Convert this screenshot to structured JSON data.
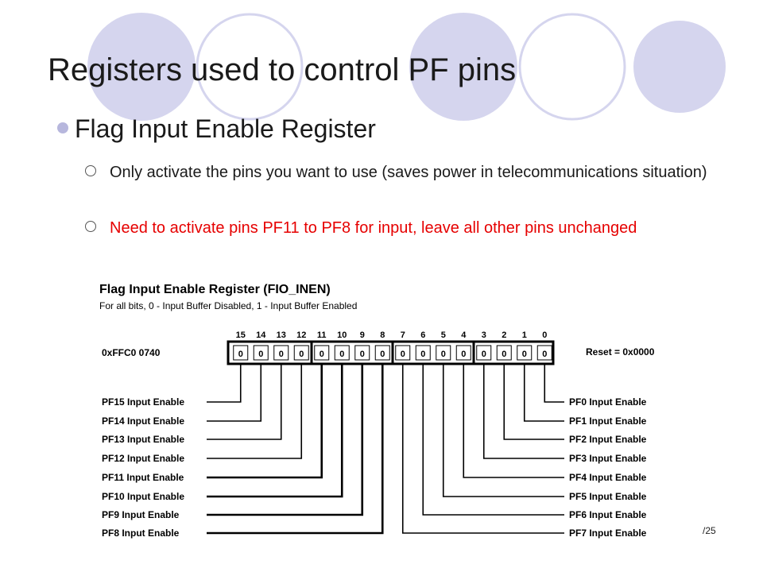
{
  "slide": {
    "title": "Registers used to control PF pins",
    "bullet1": "Flag Input Enable Register",
    "sub1": "Only activate the pins you want to use (saves power in telecommunications situation)",
    "sub2": "Need to activate pins PF11 to PF8 for input, leave all other pins unchanged",
    "page": "/25",
    "accent_color": "#b7b7dd",
    "highlight_color": "#e60000"
  },
  "register": {
    "title": "Flag Input Enable Register (FIO_INEN)",
    "subtitle": "For all bits, 0 - Input Buffer Disabled, 1 - Input Buffer Enabled",
    "address": "0xFFC0 0740",
    "reset": "Reset = 0x0000",
    "bits": [
      "15",
      "14",
      "13",
      "12",
      "11",
      "10",
      "9",
      "8",
      "7",
      "6",
      "5",
      "4",
      "3",
      "2",
      "1",
      "0"
    ],
    "values": [
      "0",
      "0",
      "0",
      "0",
      "0",
      "0",
      "0",
      "0",
      "0",
      "0",
      "0",
      "0",
      "0",
      "0",
      "0",
      "0"
    ],
    "left_labels": [
      "PF15 Input Enable",
      "PF14 Input Enable",
      "PF13 Input Enable",
      "PF12 Input Enable",
      "PF11 Input Enable",
      "PF10 Input Enable",
      "PF9 Input Enable",
      "PF8 Input Enable"
    ],
    "right_labels": [
      "PF0 Input Enable",
      "PF1 Input Enable",
      "PF2 Input Enable",
      "PF3 Input Enable",
      "PF4 Input Enable",
      "PF5 Input Enable",
      "PF6 Input Enable",
      "PF7 Input Enable"
    ]
  }
}
